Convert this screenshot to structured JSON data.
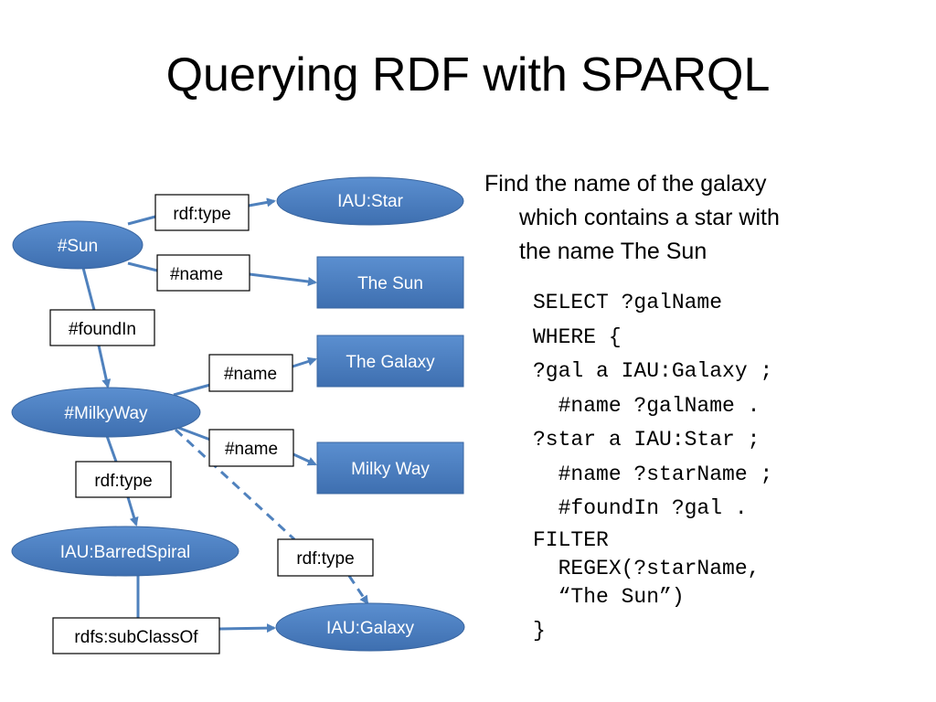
{
  "slide": {
    "title": "Querying RDF with SPARQL"
  },
  "diagram": {
    "nodes": {
      "sun": "#Sun",
      "iau_star": "IAU:Star",
      "the_sun": "The Sun",
      "the_galaxy": "The Galaxy",
      "milkyway": "#MilkyWay",
      "milky_way": "Milky Way",
      "barred_spiral": "IAU:BarredSpiral",
      "iau_galaxy": "IAU:Galaxy"
    },
    "edges": {
      "sun_type": "rdf:type",
      "sun_name": "#name",
      "sun_foundin": "#foundIn",
      "mw_name1": "#name",
      "mw_name2": "#name",
      "mw_type": "rdf:type",
      "mw_type_dashed": "rdf:type",
      "subclassof": "rdfs:subClassOf"
    },
    "colors": {
      "ellipse_fill": "#4F81BD",
      "rect_fill": "#4F81BD",
      "arrow": "#4F81BD"
    }
  },
  "question": {
    "line1": "Find the name of the galaxy",
    "line2": "which contains a star with",
    "line3": "the name The Sun"
  },
  "query": {
    "l1": "SELECT ?galName",
    "l2": "WHERE {",
    "l3": "?gal a IAU:Galaxy ;",
    "l4": "  #name ?galName .",
    "l5": "?star a IAU:Star ;",
    "l6": "  #name ?starName ;",
    "l7": "  #foundIn ?gal .",
    "l8": "FILTER",
    "l9": "  REGEX(?starName,",
    "l10": "  “The Sun”)",
    "l11": "}"
  }
}
